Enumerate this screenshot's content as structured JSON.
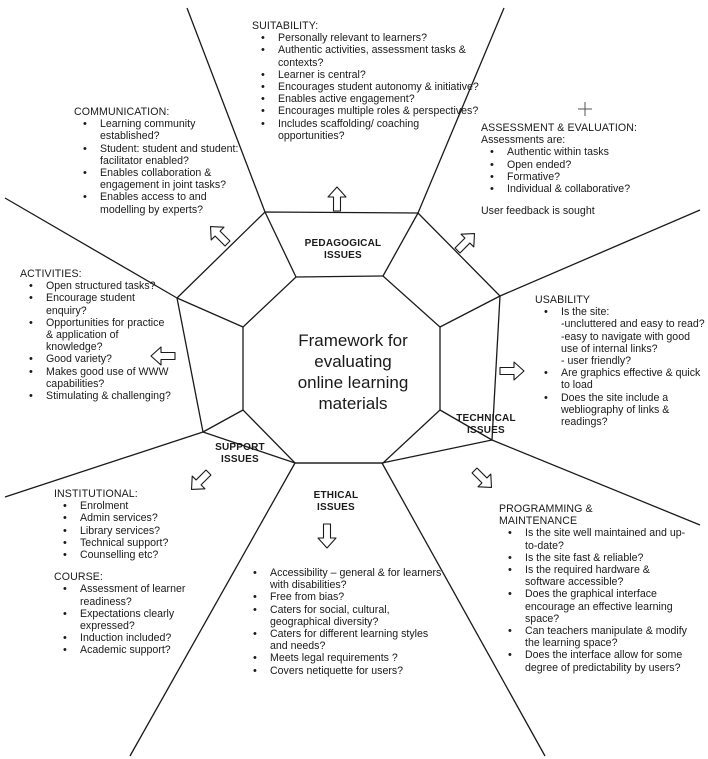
{
  "center": {
    "lines": [
      "Framework for",
      "evaluating",
      "online learning",
      "materials"
    ]
  },
  "issues": {
    "pedagogical": [
      "PEDAGOGICAL",
      "ISSUES"
    ],
    "technical": [
      "TECHNICAL",
      "ISSUES"
    ],
    "ethical": [
      "ETHICAL",
      "ISSUES"
    ],
    "support": [
      "SUPPORT",
      "ISSUES"
    ]
  },
  "suitability": {
    "title": "SUITABILITY:",
    "items": [
      "Personally relevant to learners?",
      "Authentic activities, assessment tasks & contexts?",
      "Learner is central?",
      "Encourages student autonomy & initiative?",
      "Enables active engagement?",
      "Encourages multiple roles & perspectives?",
      "Includes scaffolding/ coaching opportunities?"
    ]
  },
  "communication": {
    "title": "COMMUNICATION:",
    "items": [
      "Learning community established?",
      "Student: student and student: facilitator enabled?",
      "Enables collaboration & engagement in joint tasks?",
      "Enables access to and modelling by experts?"
    ]
  },
  "assessment": {
    "title": "ASSESSMENT & EVALUATION:",
    "intro": "Assessments are:",
    "items": [
      "Authentic within tasks",
      "Open ended?",
      "Formative?",
      "Individual & collaborative?"
    ],
    "note": "User feedback is sought"
  },
  "activities": {
    "title": "ACTIVITIES:",
    "items": [
      "Open structured tasks?",
      "Encourage student enquiry?",
      "Opportunities for practice & application of knowledge?",
      "Good variety?",
      "Makes good use of WWW capabilities?",
      "Stimulating & challenging?"
    ]
  },
  "usability": {
    "title": "USABILITY",
    "first_item": "Is the site:",
    "sub_lines": [
      "-uncluttered and easy to read?",
      "-easy to navigate with good use of internal links?",
      "- user friendly?"
    ],
    "items": [
      "Are graphics effective & quick to load",
      "Does the site include a webliography of links & readings?"
    ]
  },
  "institutional": {
    "title": "INSTITUTIONAL:",
    "items": [
      "Enrolment",
      "Admin services?",
      "Library services?",
      "Technical support?",
      "Counselling etc?"
    ],
    "course_title": "COURSE:",
    "course_items": [
      "Assessment of learner readiness?",
      "Expectations clearly expressed?",
      "Induction included?",
      "Academic support?"
    ]
  },
  "ethical_panel": {
    "items": [
      "Accessibility – general & for learners with disabilities?",
      "Free from bias?",
      "Caters for social, cultural, geographical diversity?",
      "Caters for different learning styles and needs?",
      "Meets legal requirements ?",
      "Covers netiquette for users?"
    ]
  },
  "programming": {
    "title": "PROGRAMMING & MAINTENANCE",
    "items": [
      "Is the site well maintained and up-to-date?",
      "Is the site fast & reliable?",
      "Is the required hardware & software accessible?",
      "Does the graphical interface encourage an effective learning space?",
      "Can teachers manipulate & modify the learning space?",
      "Does the interface allow for some degree of predictability by users?"
    ]
  }
}
